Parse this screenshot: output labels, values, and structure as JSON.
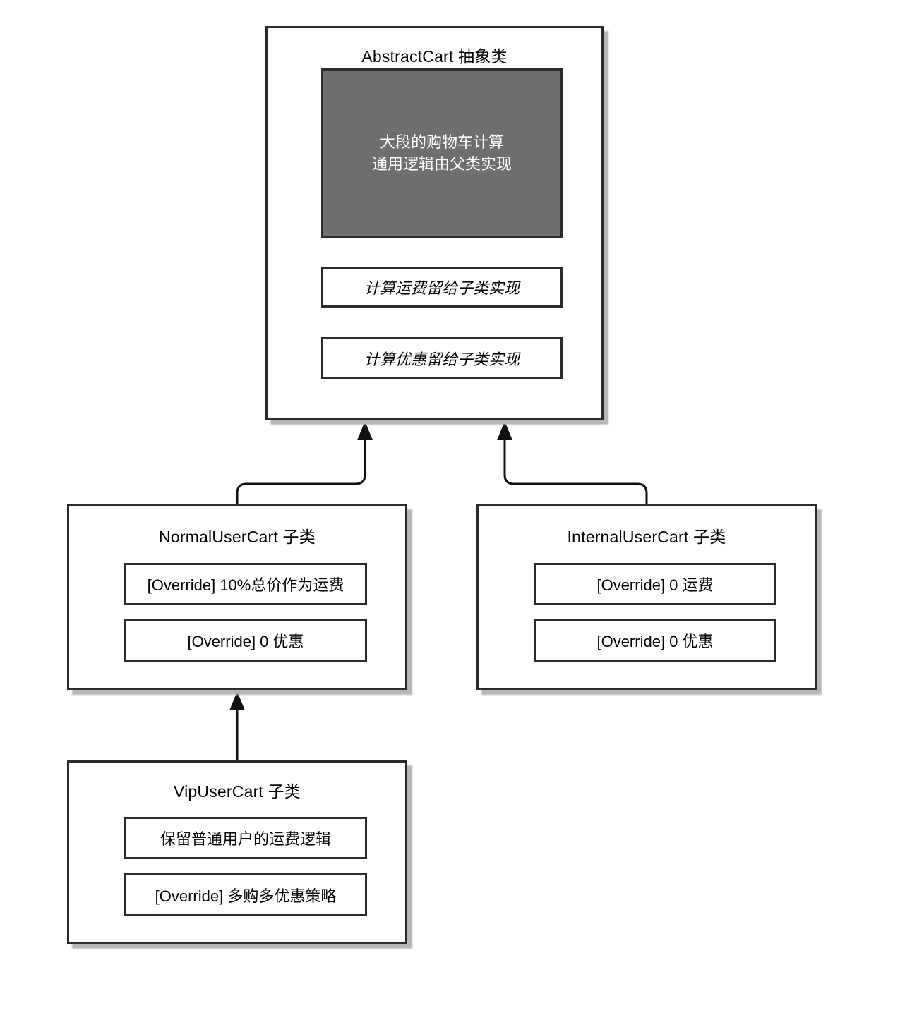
{
  "colors": {
    "border": "#2b2b2b",
    "connector": "#111111",
    "dark_box_fill": "#6e6e6e",
    "dark_box_text": "#ffffff",
    "shadow": "#b6b6b6",
    "background": "#ffffff"
  },
  "abstract_cart": {
    "title": "AbstractCart 抽象类",
    "body_lines": [
      "大段的购物车计算",
      "通用逻辑由父类实现"
    ],
    "methods": [
      "计算运费留给子类实现",
      "计算优惠留给子类实现"
    ]
  },
  "normal_user_cart": {
    "title": "NormalUserCart 子类",
    "methods": [
      "[Override] 10%总价作为运费",
      "[Override] 0 优惠"
    ]
  },
  "internal_user_cart": {
    "title": "InternalUserCart 子类",
    "methods": [
      "[Override] 0 运费",
      "[Override] 0 优惠"
    ]
  },
  "vip_user_cart": {
    "title": "VipUserCart 子类",
    "methods": [
      "保留普通用户的运费逻辑",
      "[Override] 多购多优惠策略"
    ]
  }
}
